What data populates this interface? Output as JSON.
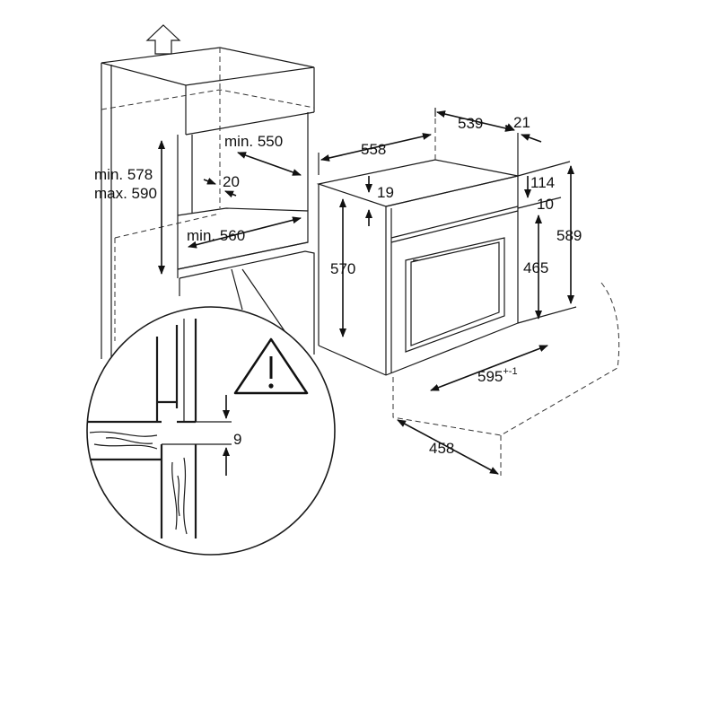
{
  "dimensions": {
    "niche_min_height": "min. 578",
    "niche_max_height": "max. 590",
    "niche_min_width": "min. 550",
    "niche_gap": "20",
    "niche_min_depth": "min. 560",
    "detail_gap": "9",
    "oven_depth_total": "558",
    "oven_body_depth": "539",
    "panel_thickness": "21",
    "oven_top_offset": "19",
    "oven_body_height": "570",
    "panel_top": "114",
    "panel_offset": "10",
    "panel_height": "589",
    "door_height": "465",
    "oven_width": "595",
    "oven_width_tolerance": "+-1",
    "base_depth": "458"
  },
  "icons": {
    "up_arrow": "up-arrow-icon",
    "warning": "warning-triangle-icon"
  },
  "colors": {
    "line": "#1a1a1a",
    "background": "#ffffff"
  }
}
